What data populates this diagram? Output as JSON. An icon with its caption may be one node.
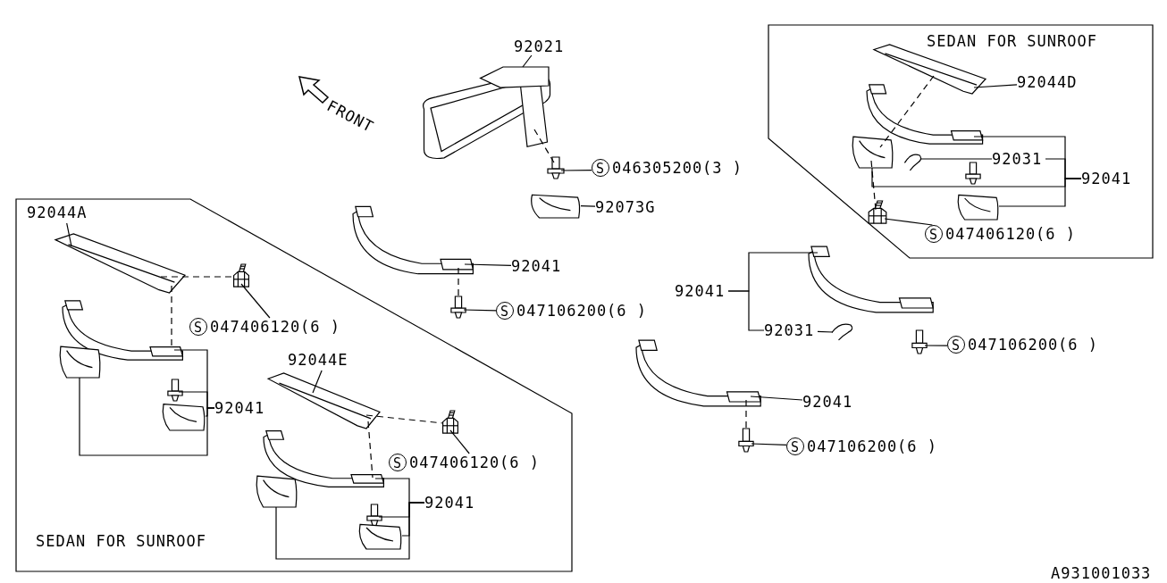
{
  "diagram": {
    "nodes": [
      {
        "text": [
          "SEDAN FOR SUNROOF"
        ]
      },
      {
        "text": [
          "SEDAN FOR SUNROOF"
        ]
      },
      {
        "text": [
          "92021"
        ]
      },
      {
        "text": [],
        "shape": "picture"
      },
      {
        "text": [
          "S",
          "046305200(3 )"
        ]
      },
      {
        "text": [],
        "shape": "picture"
      },
      {
        "text": [
          "92073G"
        ]
      },
      {
        "text": [],
        "shape": "picture"
      },
      {
        "text": [],
        "shape": "picture"
      },
      {
        "text": [
          "92041"
        ]
      },
      {
        "text": [],
        "shape": "picture"
      },
      {
        "text": [
          "S",
          "047106200(6 )"
        ]
      },
      {
        "text": [
          "92041"
        ]
      },
      {
        "text": [],
        "shape": "picture"
      },
      {
        "text": [
          "92031"
        ]
      },
      {
        "text": [],
        "shape": "picture"
      },
      {
        "text": [],
        "shape": "picture"
      },
      {
        "text": [
          "S",
          "047106200(6 )"
        ]
      },
      {
        "text": [],
        "shape": "picture"
      },
      {
        "text": [
          "92041"
        ]
      },
      {
        "text": [],
        "shape": "picture"
      },
      {
        "text": [
          "S",
          "047106200(6 )"
        ]
      },
      {
        "text": [],
        "shape": "picture",
        "in": 1
      },
      {
        "text": [
          "92044D"
        ],
        "in": 1
      },
      {
        "text": [],
        "shape": "picture",
        "in": 1
      },
      {
        "text": [],
        "shape": "picture",
        "in": 1
      },
      {
        "text": [],
        "shape": "picture",
        "in": 1
      },
      {
        "text": [
          "92031"
        ],
        "in": 1
      },
      {
        "text": [],
        "shape": "picture",
        "in": 1
      },
      {
        "text": [
          "92041"
        ],
        "in": 1
      },
      {
        "text": [],
        "shape": "picture",
        "in": 1
      },
      {
        "text": [],
        "shape": "picture",
        "in": 1
      },
      {
        "text": [
          "S",
          "047406120(6 )"
        ],
        "in": 1
      },
      {
        "text": [
          "92044A"
        ],
        "in": 0
      },
      {
        "text": [],
        "shape": "picture",
        "in": 0
      },
      {
        "text": [],
        "shape": "picture",
        "in": 0
      },
      {
        "text": [
          "S",
          "047406120(6 )"
        ],
        "in": 0
      },
      {
        "text": [],
        "shape": "picture",
        "in": 0
      },
      {
        "text": [],
        "shape": "picture",
        "in": 0
      },
      {
        "text": [],
        "shape": "picture",
        "in": 0
      },
      {
        "text": [],
        "shape": "picture",
        "in": 0
      },
      {
        "text": [
          "92041"
        ],
        "in": 0
      },
      {
        "text": [
          "92044E"
        ],
        "in": 0
      },
      {
        "text": [],
        "shape": "picture",
        "in": 0
      },
      {
        "text": [],
        "shape": "picture",
        "in": 0
      },
      {
        "text": [
          "S",
          "047406120(6 )"
        ],
        "in": 0
      },
      {
        "text": [],
        "shape": "picture",
        "in": 0
      },
      {
        "text": [],
        "shape": "picture",
        "in": 0
      },
      {
        "text": [],
        "shape": "picture",
        "in": 0
      },
      {
        "text": [],
        "shape": "picture",
        "in": 0
      },
      {
        "text": [
          "92041"
        ],
        "in": 0
      }
    ],
    "edges": [
      {
        "from": 2,
        "to": 3,
        "arrow": "none"
      },
      {
        "from": 4,
        "to": 5,
        "arrow": "none"
      },
      {
        "from": 3,
        "to": 5,
        "arrow": "none",
        "style": "dashed"
      },
      {
        "from": 6,
        "to": 7,
        "arrow": "none"
      },
      {
        "from": 9,
        "to": 8,
        "arrow": "none"
      },
      {
        "from": 8,
        "to": 10,
        "arrow": "none",
        "style": "dashed"
      },
      {
        "from": 11,
        "to": 10,
        "arrow": "none"
      },
      {
        "from": 12,
        "to": 13,
        "arrow": "none"
      },
      {
        "from": 12,
        "to": 14,
        "arrow": "none"
      },
      {
        "from": 14,
        "to": 15,
        "arrow": "none"
      },
      {
        "from": 17,
        "to": 16,
        "arrow": "none"
      },
      {
        "from": 19,
        "to": 18,
        "arrow": "none"
      },
      {
        "from": 18,
        "to": 20,
        "arrow": "none",
        "style": "dashed"
      },
      {
        "from": 21,
        "to": 20,
        "arrow": "none"
      },
      {
        "from": 23,
        "to": 22,
        "arrow": "none"
      },
      {
        "from": 27,
        "to": 26,
        "arrow": "none"
      },
      {
        "from": 29,
        "to": 24,
        "arrow": "none"
      },
      {
        "from": 29,
        "to": 27,
        "arrow": "none"
      },
      {
        "from": 29,
        "to": 25,
        "arrow": "none"
      },
      {
        "from": 29,
        "to": 30,
        "arrow": "none"
      },
      {
        "from": 22,
        "to": 25,
        "arrow": "none",
        "style": "dashed"
      },
      {
        "from": 25,
        "to": 31,
        "arrow": "none",
        "style": "dashed"
      },
      {
        "from": 32,
        "to": 31,
        "arrow": "none"
      },
      {
        "from": 33,
        "to": 34,
        "arrow": "none"
      },
      {
        "from": 34,
        "to": 35,
        "arrow": "none",
        "style": "dashed"
      },
      {
        "from": 34,
        "to": 37,
        "arrow": "none",
        "style": "dashed"
      },
      {
        "from": 36,
        "to": 35,
        "arrow": "none"
      },
      {
        "from": 41,
        "to": 37,
        "arrow": "none"
      },
      {
        "from": 41,
        "to": 39,
        "arrow": "none"
      },
      {
        "from": 41,
        "to": 40,
        "arrow": "none"
      },
      {
        "from": 41,
        "to": 38,
        "arrow": "none"
      },
      {
        "from": 42,
        "to": 43,
        "arrow": "none"
      },
      {
        "from": 43,
        "to": 44,
        "arrow": "none",
        "style": "dashed"
      },
      {
        "from": 43,
        "to": 46,
        "arrow": "none",
        "style": "dashed"
      },
      {
        "from": 45,
        "to": 44,
        "arrow": "none"
      },
      {
        "from": 50,
        "to": 46,
        "arrow": "none"
      },
      {
        "from": 50,
        "to": 48,
        "arrow": "none"
      },
      {
        "from": 50,
        "to": 49,
        "arrow": "none"
      },
      {
        "from": 50,
        "to": 47,
        "arrow": "none"
      }
    ],
    "labels": [
      "FRONT",
      "A931001033"
    ]
  }
}
